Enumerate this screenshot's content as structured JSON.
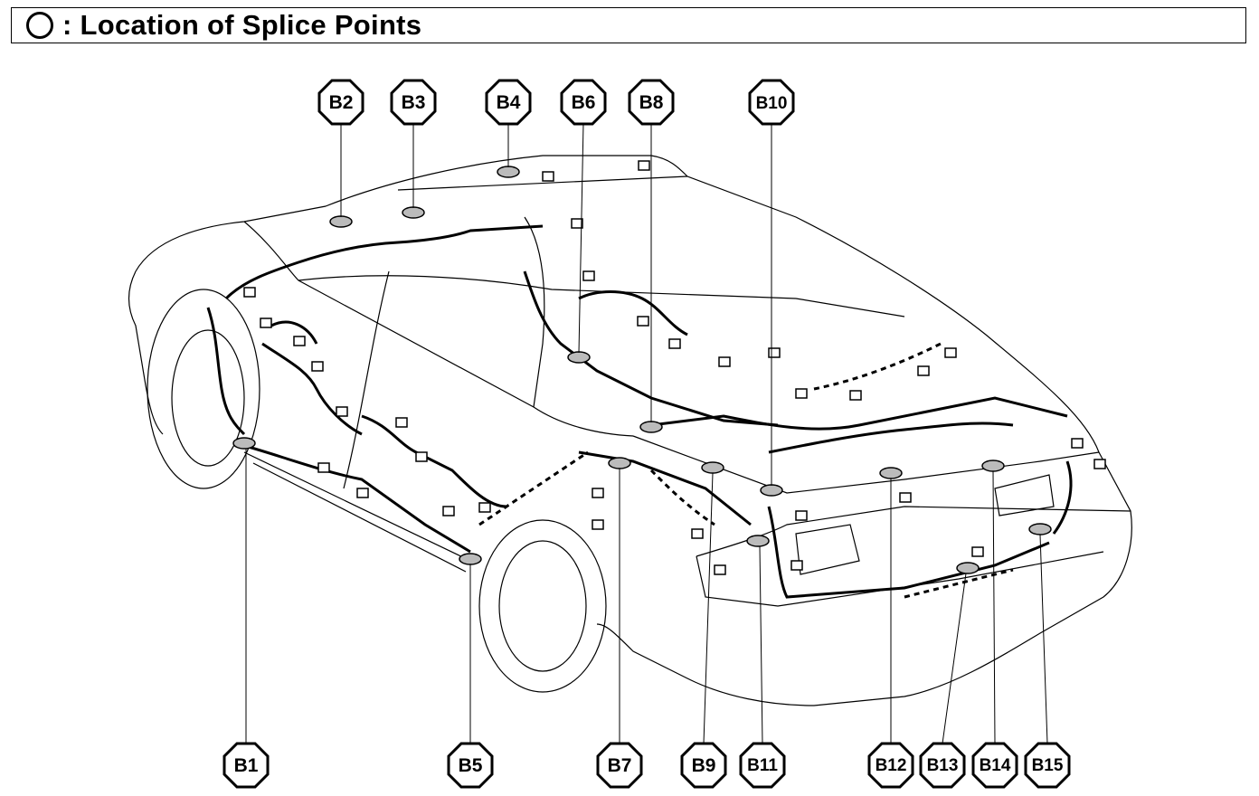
{
  "header": {
    "title": ": Location of Splice Points",
    "icon": "circle-icon"
  },
  "labels": {
    "top": [
      "B2",
      "B3",
      "B4",
      "B6",
      "B8",
      "B10"
    ],
    "bottom": [
      "B1",
      "B5",
      "B7",
      "B9",
      "B11",
      "B12",
      "B13",
      "B14",
      "B15"
    ]
  }
}
